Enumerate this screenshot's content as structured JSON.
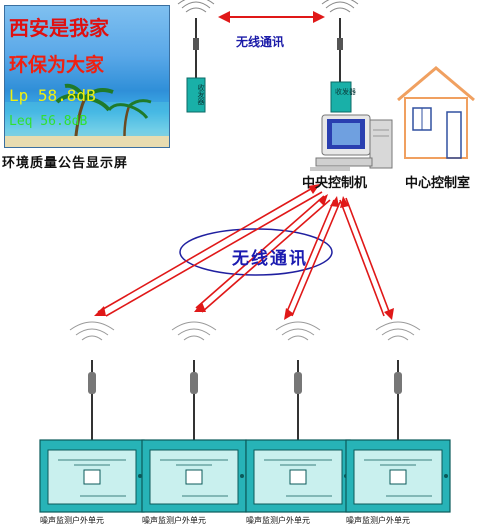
{
  "display": {
    "line1": "西安是我家",
    "line2": "环保为大家",
    "line3": "Lp 58.8dB",
    "line4": "Leq 56.8dB",
    "caption": "环境质量公告显示屏"
  },
  "links": {
    "top_wireless": "无线通讯",
    "ellipse_wireless": "无线通讯"
  },
  "central": {
    "caption": "中央控制机",
    "left_antenna_tag": "收发器",
    "right_antenna_tag": "收发器"
  },
  "control_room": {
    "caption": "中心控制室"
  },
  "units": [
    {
      "label": "噪声监测户外单元"
    },
    {
      "label": "噪声监测户外单元"
    },
    {
      "label": "噪声监测户外单元"
    },
    {
      "label": "噪声监测户外单元"
    }
  ],
  "colors": {
    "link_arrow": "#e01818",
    "ellipse_border": "#2020a0",
    "house": "#f0a060",
    "unit_box": "#27b3b7",
    "antenna": "#0b7a7a"
  }
}
